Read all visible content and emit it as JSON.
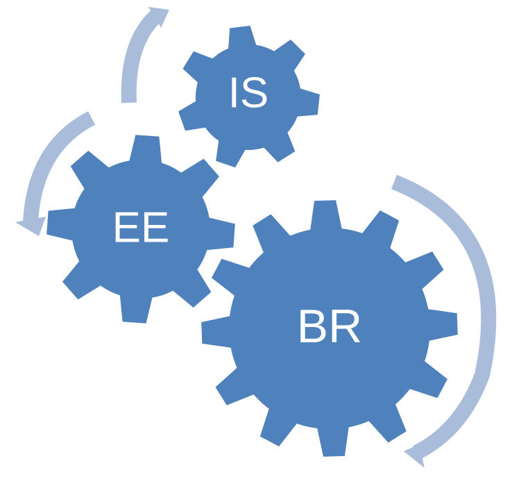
{
  "colors": {
    "gear_fill": "#4f81bd",
    "arrow_fill": "#a9bcd9",
    "label_color": "#ffffff",
    "background": "#ffffff"
  },
  "gears": [
    {
      "id": "is",
      "label": "IS",
      "teeth": 7
    },
    {
      "id": "ee",
      "label": "EE",
      "teeth": 8
    },
    {
      "id": "br",
      "label": "BR",
      "teeth": 12
    }
  ],
  "arrows": [
    {
      "id": "top-left-arrow",
      "direction": "clockwise"
    },
    {
      "id": "left-arrow",
      "direction": "counter-clockwise"
    },
    {
      "id": "right-arrow",
      "direction": "clockwise"
    }
  ]
}
